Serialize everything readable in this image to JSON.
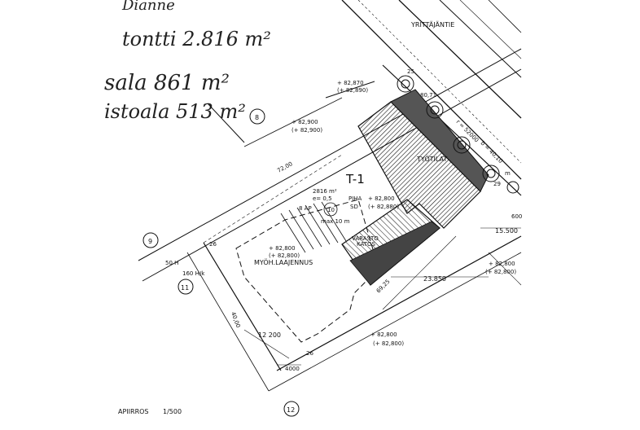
{
  "handwritten": {
    "top_fragment": "Dianne",
    "tontti": "tontti 2.816 m²",
    "kerrosala": "sala 861 m²",
    "asuntoala": "istoala 513 m²"
  },
  "street": "YRITTÄJÄNTIE",
  "plot": {
    "zone": "T-1",
    "area": "2816 m²",
    "efficiency": "e= 0,5",
    "block_number": "10",
    "max_height": "max 10 m",
    "ap_code": "8 AP",
    "yard_label": "PIHA",
    "sd_label": "SD",
    "yard_elev": "+ 82,800",
    "yard_elev_paren": "(+ 82,880)"
  },
  "buildings": {
    "main_label": "TYÖTILAT",
    "annex_label_1": "VARASTO",
    "annex_label_2": "KATOS",
    "future_extension": "MYÖH.LAAJENNUS"
  },
  "elevations": {
    "top_1": "+ 82,870",
    "top_1_paren": "(+ 82,890)",
    "top_2": "+ 82,900",
    "top_2_paren": "(+ 82,900)",
    "left": "+ 82,800",
    "left_paren": "(+ 82,800)",
    "right": "+ 82,800",
    "right_paren": "(+ 82,800)",
    "bottom": "+ 82,800",
    "bottom_paren": "(+ 82,800)",
    "corner_top": "80,71"
  },
  "dimensions": {
    "d_72": "72,00",
    "d_69_25": "69,25",
    "d_23_850": "23.850",
    "d_15_500": "15.500",
    "d_12_200": "12 200",
    "d_40_00": "40,00",
    "d_4000": "4000",
    "d_52000": "r = 52000",
    "d_40_10": "b = 40,10",
    "d_29": "29",
    "d_600": "600",
    "d_50h": "50 H",
    "d_160": "160 H/k",
    "num_25": "25",
    "num_26": "26",
    "num_26b": "26",
    "m_marker": "m"
  },
  "circles": {
    "c8": "8",
    "c9": "9",
    "c11": "11",
    "c12": "12"
  },
  "title": {
    "label": "APIIRROS",
    "scale": "1/500"
  }
}
